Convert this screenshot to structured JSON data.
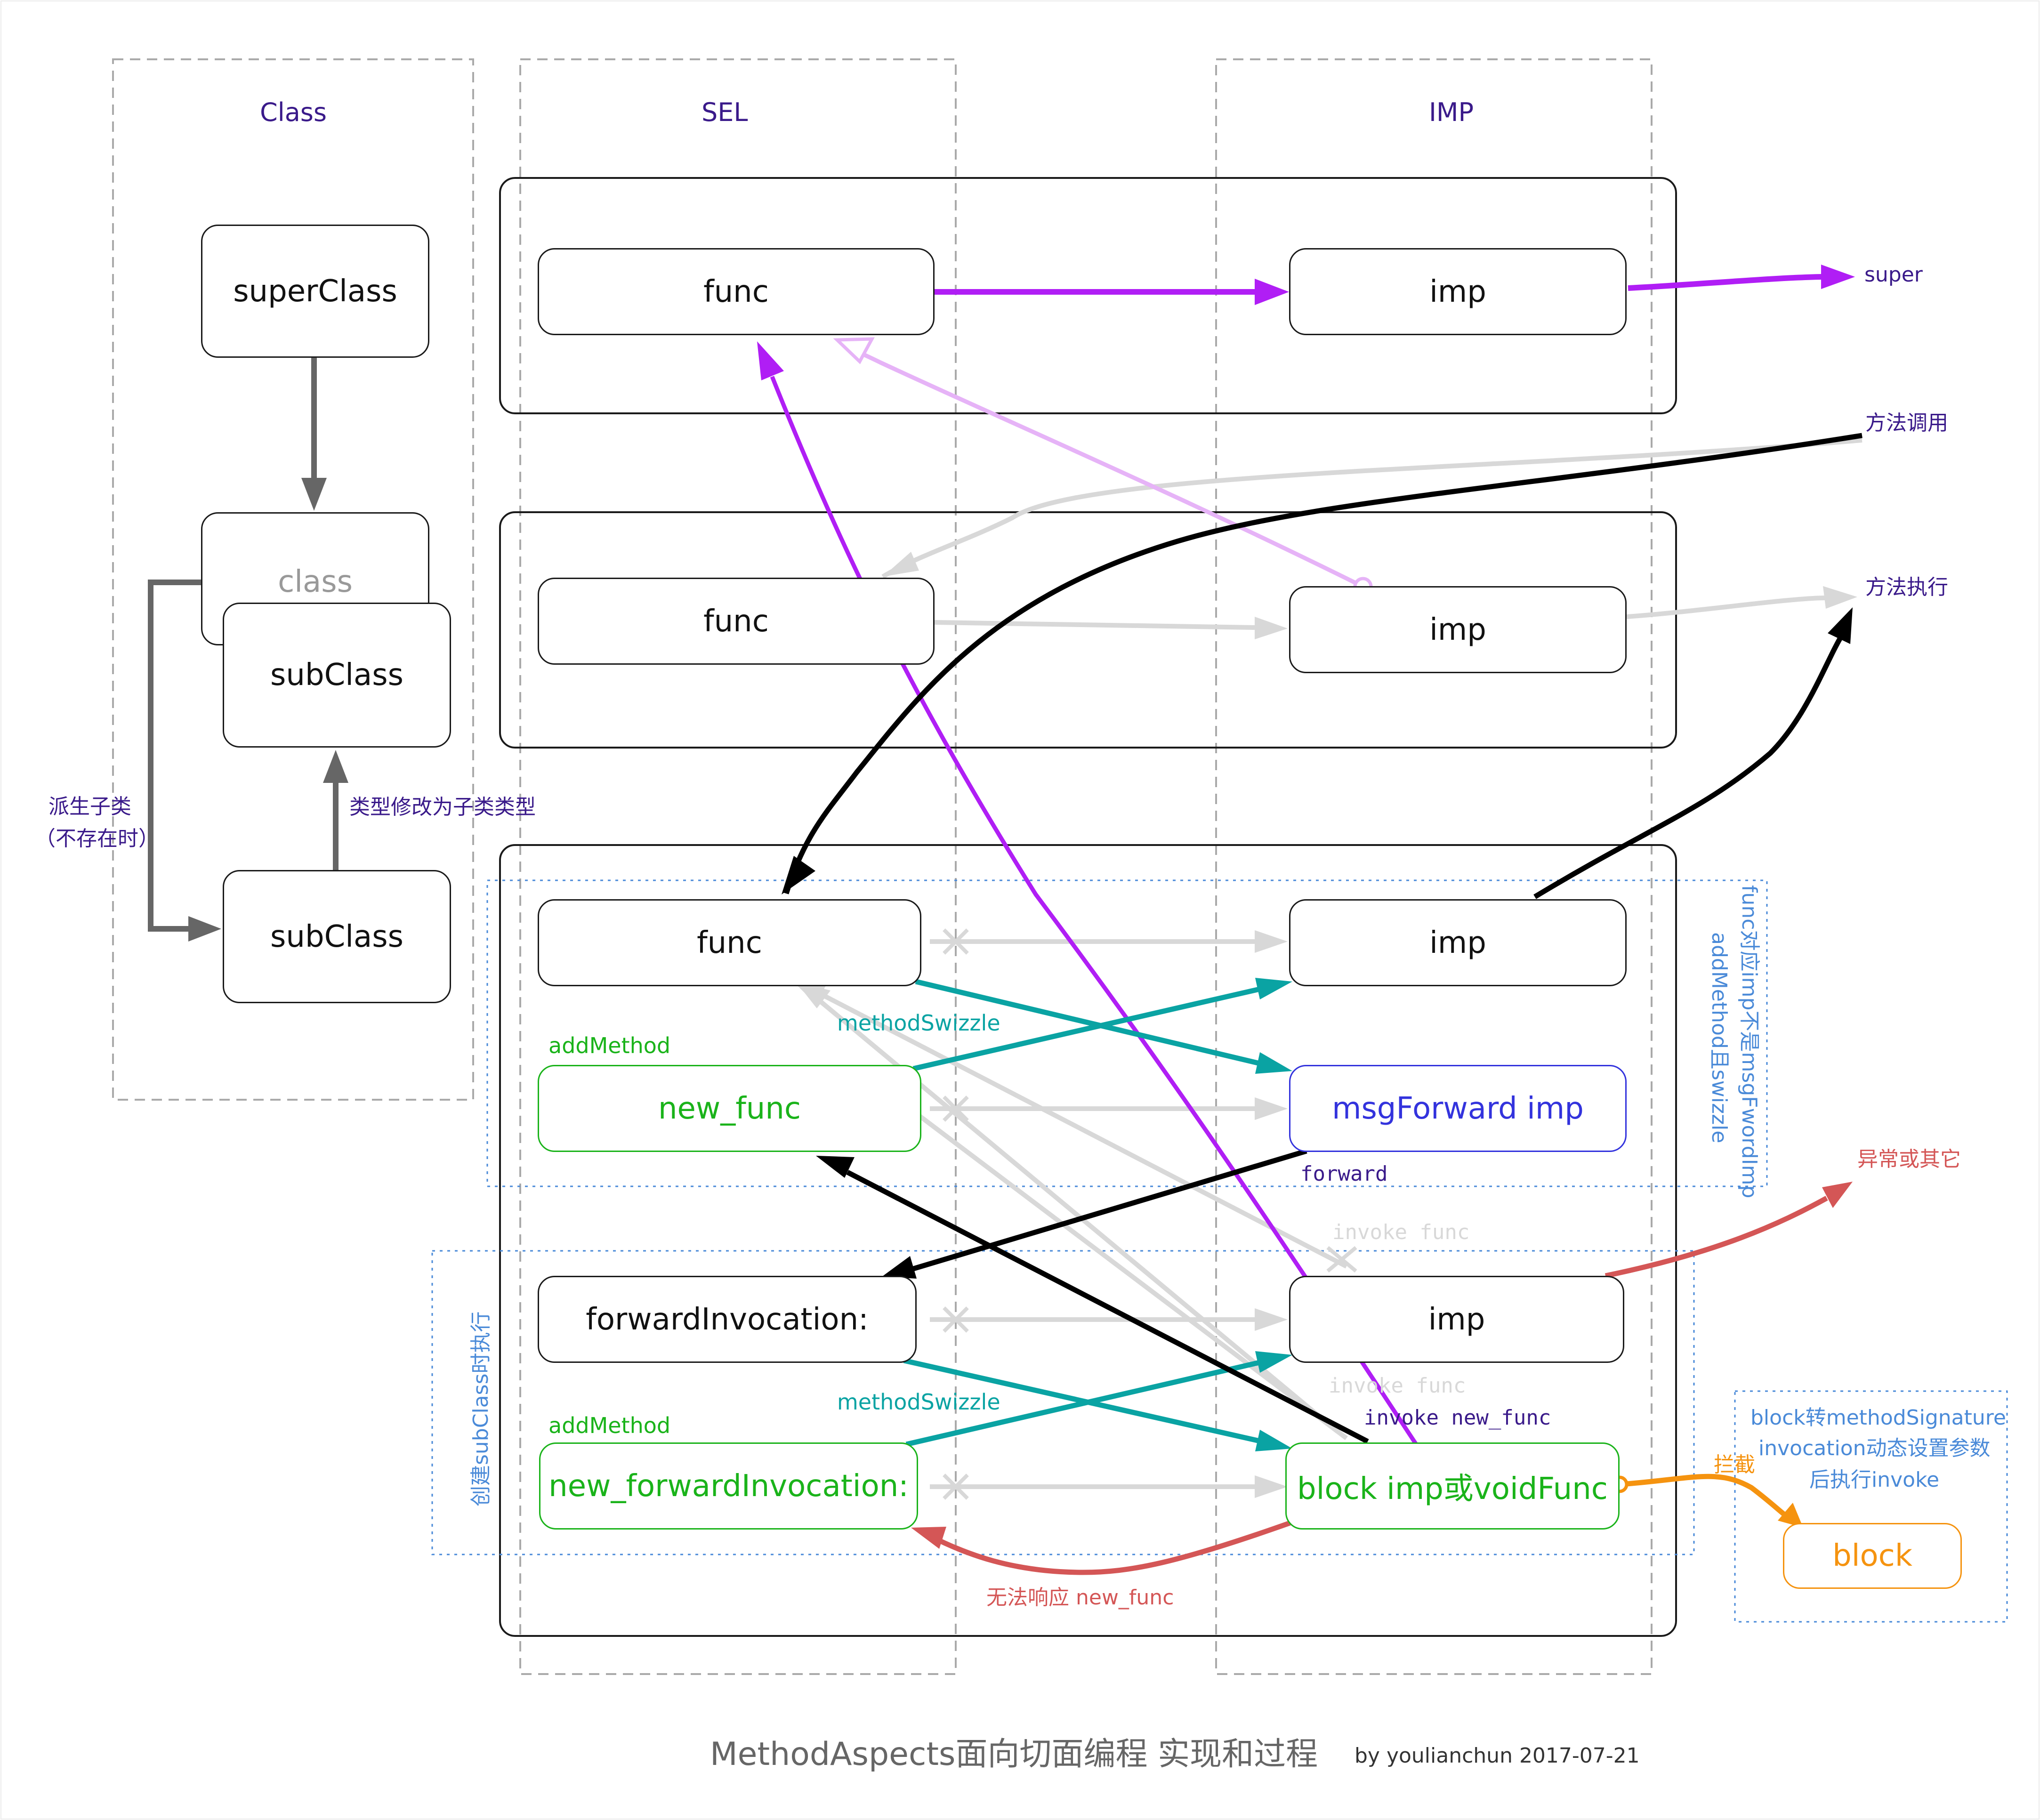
{
  "columns": {
    "class": "Class",
    "sel": "SEL",
    "imp": "IMP"
  },
  "class_column": {
    "superclass": "superClass",
    "class": "class",
    "subclass_overlay": "subClass",
    "subclass": "subClass",
    "derive_label_1": "派生子类",
    "derive_label_2": "（不存在时）",
    "type_change_label": "类型修改为子类类型"
  },
  "group1": {
    "sel": "func",
    "imp": "imp",
    "out_label": "super"
  },
  "group2": {
    "sel": "func",
    "imp": "imp",
    "call_label": "方法调用",
    "exec_label": "方法执行"
  },
  "group3": {
    "func": "func",
    "imp_top": "imp",
    "add_method_1": "addMethod",
    "new_func": "new_func",
    "method_swizzle_1": "methodSwizzle",
    "msg_forward": "msgForward imp",
    "forward_label": "forward",
    "invoke_func_1": "invoke func",
    "side_note_1": "func对应imp不是msgFwordImp",
    "side_note_2": "addMethod且swizzle",
    "forward_invocation": "forwardInvocation:",
    "imp_bottom": "imp",
    "exception_label": "异常或其它",
    "method_swizzle_2": "methodSwizzle",
    "invoke_func_2": "invoke func",
    "invoke_new_func": "invoke new_func",
    "add_method_2": "addMethod",
    "new_forward_invocation": "new_forwardInvocation:",
    "block_imp": "block imp或voidFunc",
    "intercept_label": "拦截",
    "create_subclass_note": "创建subClass时执行",
    "cannot_respond": "无法响应 new_func"
  },
  "block_panel": {
    "note_line1": "block转methodSignature",
    "note_line2": "invocation动态设置参数",
    "note_line3": "后执行invoke",
    "block": "block"
  },
  "footer": {
    "title": "MethodAspects面向切面编程 实现和过程",
    "byline": "by youlianchun 2017-07-21"
  },
  "colors": {
    "purple": "#b01ef5",
    "light_purple": "#e6b3f7",
    "teal": "#0aa3a3",
    "green": "#1ab31a",
    "blue": "#3333dd",
    "red": "#d45656",
    "orange": "#f5930f",
    "gray": "#d8d8d8",
    "dark_gray": "#666666",
    "header_text": "#3a1a8a",
    "note_blue": "#4a8ad8"
  }
}
